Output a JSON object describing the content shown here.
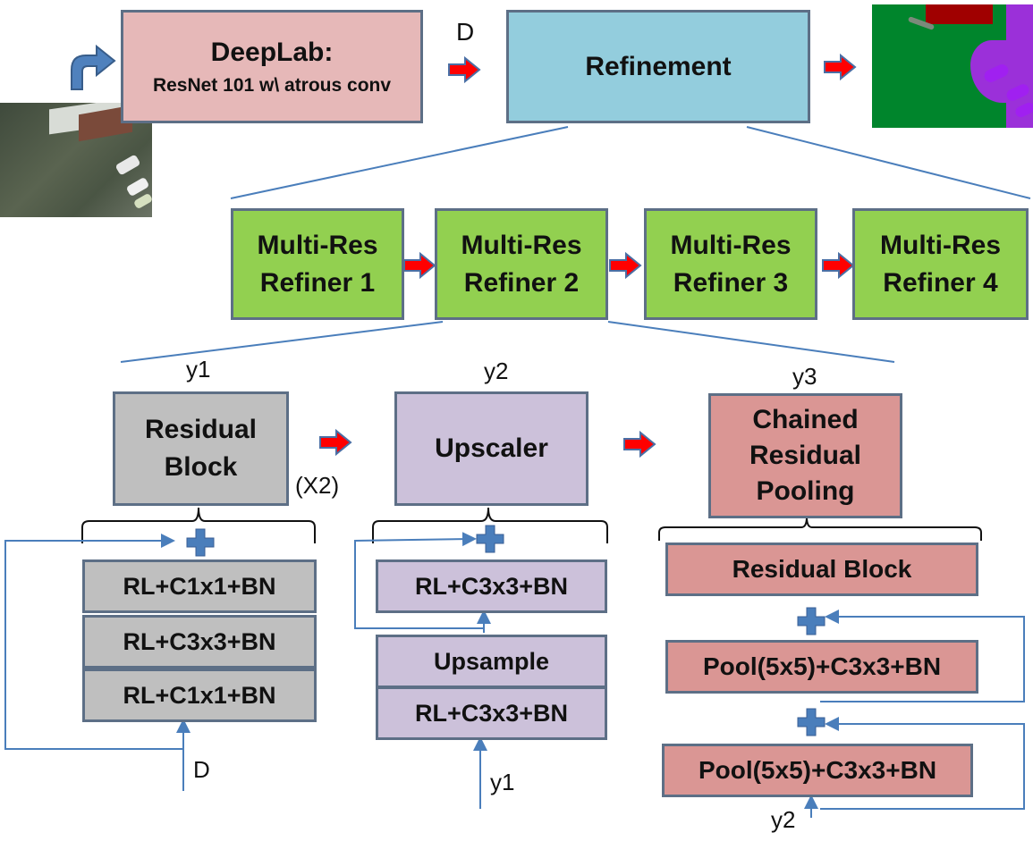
{
  "top": {
    "deeplab_title": "DeepLab:",
    "deeplab_sub": "ResNet 101 w\\ atrous conv",
    "d_label": "D",
    "refinement": "Refinement"
  },
  "refiners": [
    {
      "line1": "Multi-Res",
      "line2": "Refiner 1"
    },
    {
      "line1": "Multi-Res",
      "line2": "Refiner 2"
    },
    {
      "line1": "Multi-Res",
      "line2": "Refiner 3"
    },
    {
      "line1": "Multi-Res",
      "line2": "Refiner 4"
    }
  ],
  "col1": {
    "y_label": "y1",
    "title_line1": "Residual",
    "title_line2": "Block",
    "repeat": "(X2)",
    "layers": [
      "RL+C1x1+BN",
      "RL+C3x3+BN",
      "RL+C1x1+BN"
    ],
    "input_label": "D"
  },
  "col2": {
    "y_label": "y2",
    "title": "Upscaler",
    "layers": [
      "RL+C3x3+BN",
      "Upsample",
      "RL+C3x3+BN"
    ],
    "input_label": "y1"
  },
  "col3": {
    "y_label": "y3",
    "title_line1": "Chained",
    "title_line2": "Residual",
    "title_line3": "Pooling",
    "layers": [
      "Residual Block",
      "Pool(5x5)+C3x3+BN",
      "Pool(5x5)+C3x3+BN"
    ],
    "input_label": "y2"
  },
  "colors": {
    "line": "#4a7ebb",
    "arrow_fill": "#ff0000",
    "arrow_stroke": "#4a6fa5",
    "plus": "#4a7ebb",
    "seg_green": "#00852c",
    "seg_purple": "#9b30d9",
    "seg_red": "#a00000"
  }
}
